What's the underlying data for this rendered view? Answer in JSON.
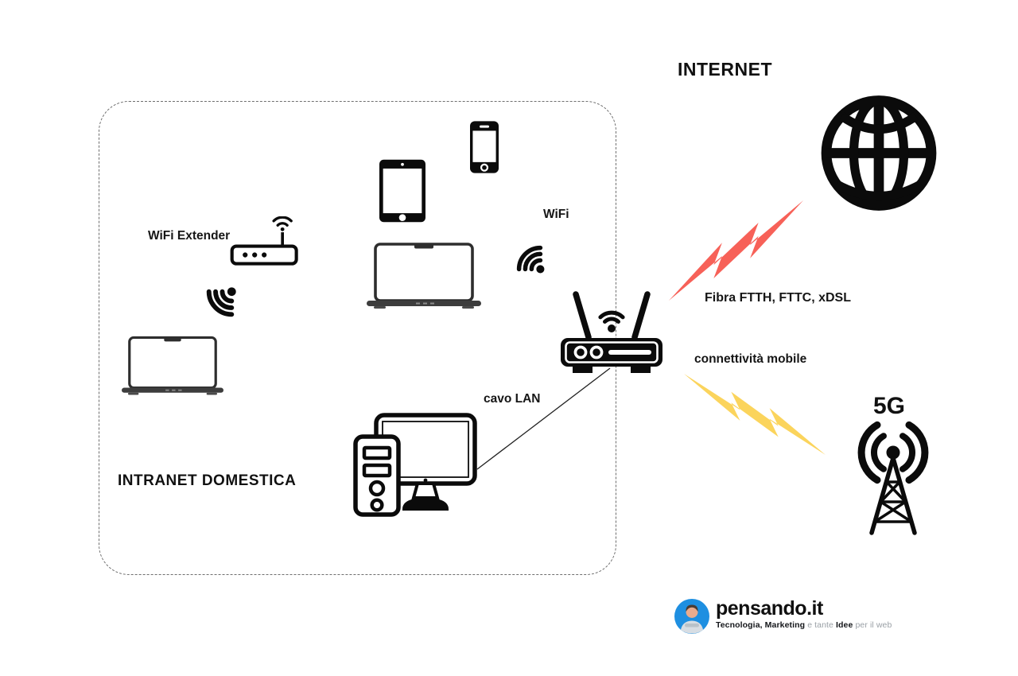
{
  "internet": {
    "title": "INTERNET",
    "fiber_label": "Fibra FTTH, FTTC, xDSL",
    "mobile_label": "connettività mobile",
    "tower_label": "5G"
  },
  "intranet": {
    "title": "INTRANET DOMESTICA",
    "wifi_extender_label": "WiFi Extender",
    "cavo_lan_label": "cavo LAN"
  },
  "router_area": {
    "wifi_label": "WiFi"
  },
  "logo": {
    "name": "pensando.it",
    "tagline_bold1": "Tecnologia, Marketing",
    "tagline_normal1": " e tante ",
    "tagline_bold2": "Idee",
    "tagline_normal2": " per il web"
  },
  "colors": {
    "bolt_red": "#f76158",
    "bolt_yellow": "#fbd45c",
    "icon_black": "#0b0b0b",
    "laptop_gray": "#333333",
    "logo_blue": "#1e8fe1",
    "tagline_gray": "#9aa0a6"
  },
  "icons": {
    "globe-icon": "wireframe globe with meridians and parallels",
    "router-icon": "wifi router with two antennas",
    "wifi-signal-icon": "three wifi arcs with dot",
    "extender-signal-icon": "three wifi arcs with dot, pointing down-left",
    "wifi-extender-icon": "repeater box with antenna",
    "laptop-icon": "open laptop front view",
    "tablet-icon": "tablet with home button",
    "smartphone-icon": "smartphone with home button",
    "desktop-pc-icon": "tower pc with monitor",
    "cell-tower-icon": "lattice radio tower with radio waves",
    "lightning-bolt-icon": "zigzag lightning bolt",
    "logo-avatar-icon": "round photo avatar on blue disc"
  }
}
